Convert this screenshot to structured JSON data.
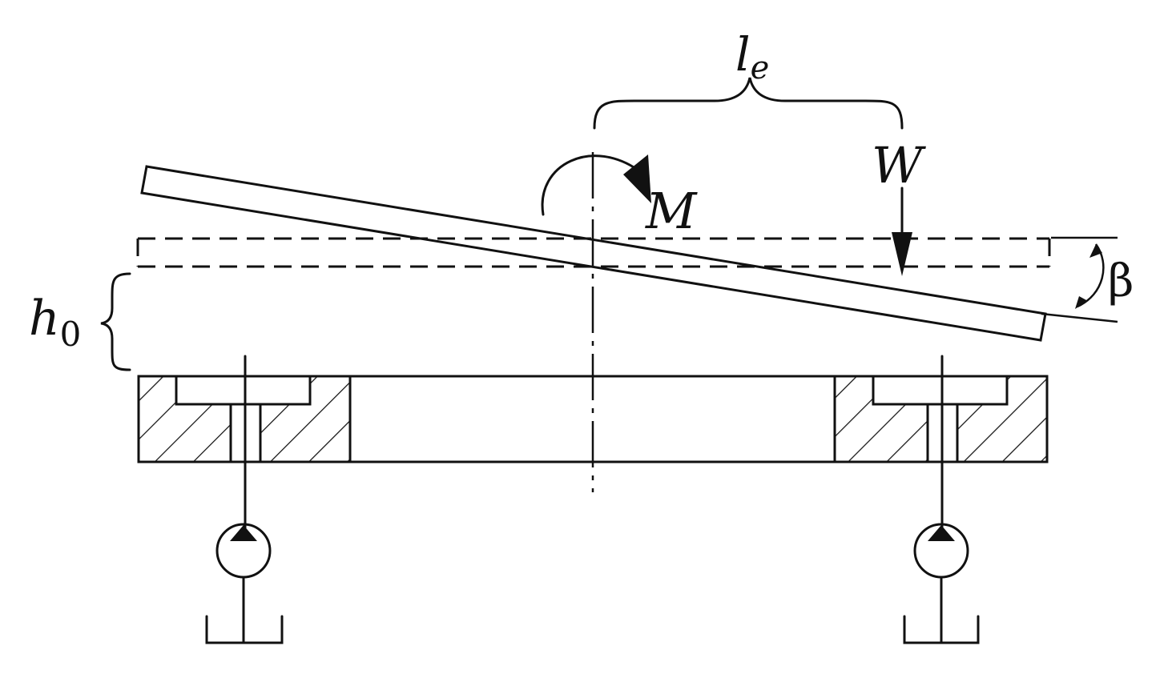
{
  "labels": {
    "le_main": "l",
    "le_sub": "e",
    "w": "W",
    "m": "M",
    "beta": "β",
    "h0_main": "h",
    "h0_sub": "0"
  }
}
